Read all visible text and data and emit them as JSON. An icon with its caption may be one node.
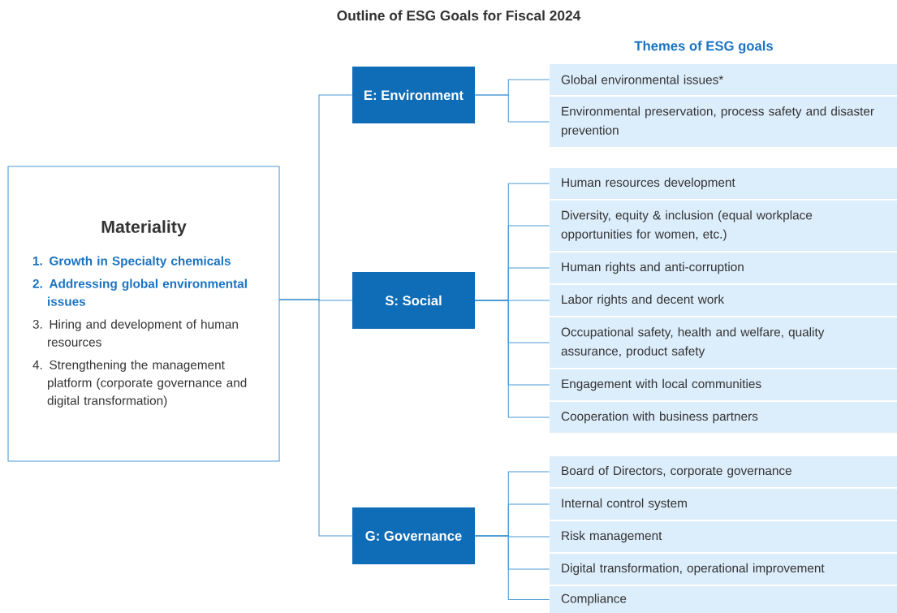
{
  "diagram": {
    "title": "Outline of ESG Goals for Fiscal 2024",
    "nodes": [
      {
        "text": [
          "Materiality",
          "1. Growth in Specialty chemicals",
          "2. Addressing global environmental issues",
          "3. Hiring and development of human resources",
          "4. Strengthening the management platform (corporate governance and digital transformation)"
        ]
      },
      {
        "text": [
          "E: Environment"
        ]
      },
      {
        "text": [
          "S: Social"
        ]
      },
      {
        "text": [
          "G: Governance"
        ]
      },
      {
        "text": [
          "Global environmental issues*"
        ]
      },
      {
        "text": [
          "Environmental preservation, process safety and disaster prevention"
        ]
      },
      {
        "text": [
          "Human resources development"
        ]
      },
      {
        "text": [
          "Diversity, equity & inclusion (equal workplace opportunities for women, etc.)"
        ]
      },
      {
        "text": [
          "Human rights and anti-corruption"
        ]
      },
      {
        "text": [
          "Labor rights and decent work"
        ]
      },
      {
        "text": [
          "Occupational safety, health and welfare, quality assurance, product safety"
        ]
      },
      {
        "text": [
          "Engagement with local communities"
        ]
      },
      {
        "text": [
          "Cooperation with business partners"
        ]
      },
      {
        "text": [
          "Board of Directors, corporate governance"
        ]
      },
      {
        "text": [
          "Internal control system"
        ]
      },
      {
        "text": [
          "Risk management"
        ]
      },
      {
        "text": [
          "Digital transformation, operational improvement"
        ]
      },
      {
        "text": [
          "Compliance"
        ]
      }
    ],
    "edges": [
      {
        "from": 0,
        "to": 1,
        "arrow": "none"
      },
      {
        "from": 0,
        "to": 2,
        "arrow": "none"
      },
      {
        "from": 0,
        "to": 3,
        "arrow": "none"
      },
      {
        "from": 1,
        "to": 4,
        "arrow": "none"
      },
      {
        "from": 1,
        "to": 5,
        "arrow": "none"
      },
      {
        "from": 2,
        "to": 6,
        "arrow": "none"
      },
      {
        "from": 2,
        "to": 7,
        "arrow": "none"
      },
      {
        "from": 2,
        "to": 8,
        "arrow": "none"
      },
      {
        "from": 2,
        "to": 9,
        "arrow": "none"
      },
      {
        "from": 2,
        "to": 10,
        "arrow": "none"
      },
      {
        "from": 2,
        "to": 11,
        "arrow": "none"
      },
      {
        "from": 2,
        "to": 12,
        "arrow": "none"
      },
      {
        "from": 3,
        "to": 13,
        "arrow": "none"
      },
      {
        "from": 3,
        "to": 14,
        "arrow": "none"
      },
      {
        "from": 3,
        "to": 15,
        "arrow": "none"
      },
      {
        "from": 3,
        "to": 16,
        "arrow": "none"
      },
      {
        "from": 3,
        "to": 17,
        "arrow": "none"
      }
    ],
    "labels": [
      "Themes of ESG goals"
    ]
  }
}
